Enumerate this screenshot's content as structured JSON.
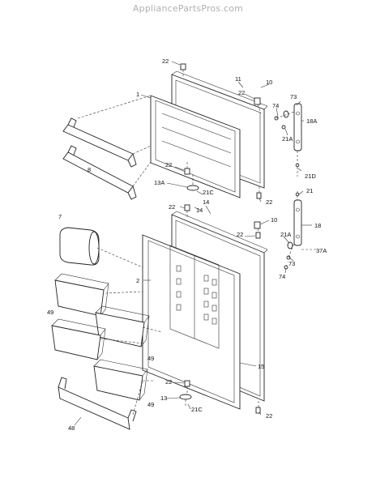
{
  "watermark": "AppliancePartsPros.com",
  "labels": {
    "l22a": "22",
    "l1": "1",
    "l11": "11",
    "l10a": "10",
    "l22b": "22",
    "l73a": "73",
    "l74a": "74",
    "l18A": "18A",
    "l21Aa": "21A",
    "l8": "8",
    "l22c": "22",
    "l13A": "13A",
    "l21Ca": "21C",
    "l21D": "21D",
    "l22d": "22",
    "l14a": "14",
    "l14b": "14",
    "l22e": "22",
    "l21": "21",
    "l7": "7",
    "l10b": "10",
    "l18": "18",
    "l22f": "22",
    "l21Ab": "21A",
    "l37A": "37A",
    "l2": "2",
    "l73b": "73",
    "l74b": "74",
    "l49a": "49",
    "l49b": "49",
    "l15": "15",
    "l22g": "22",
    "l13": "13",
    "l21Cb": "21C",
    "l49c": "49",
    "l48": "48",
    "l22h": "22"
  }
}
